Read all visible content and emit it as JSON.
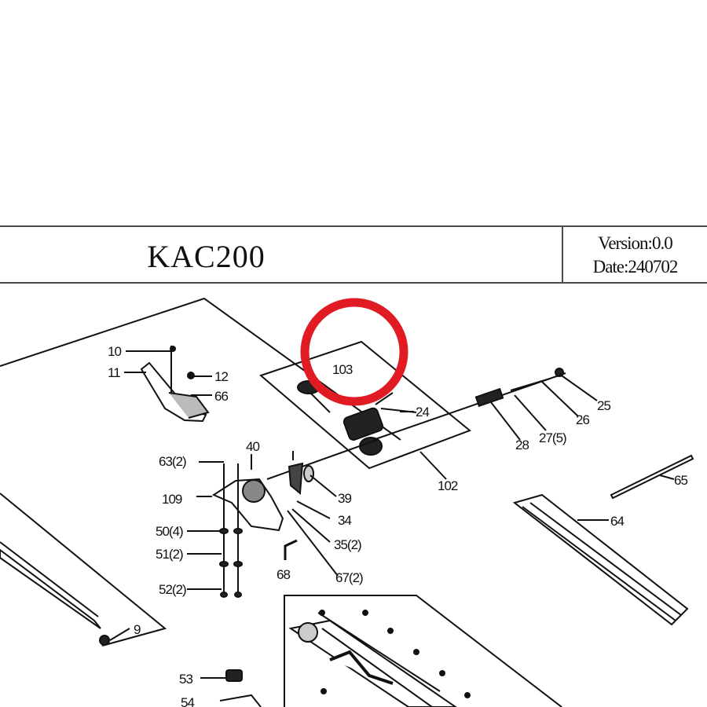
{
  "title_block": {
    "model": "KAC200",
    "version": "Version:0.0",
    "date": "Date:240702"
  },
  "callouts": {
    "c10": "10",
    "c11": "11",
    "c12": "12",
    "c66": "66",
    "c103": "103",
    "c24": "24",
    "c25": "25",
    "c26": "26",
    "c28": "28",
    "c27": "27(5)",
    "c102": "102",
    "c40": "40",
    "c63": "63(2)",
    "c109": "109",
    "c39": "39",
    "c34": "34",
    "c35": "35(2)",
    "c50": "50(4)",
    "c51": "51(2)",
    "c52": "52(2)",
    "c68": "68",
    "c67": "67(2)",
    "c65": "65",
    "c64": "64",
    "c9": "9",
    "c53": "53",
    "c54": "54"
  },
  "highlight_color": "#e01b24"
}
